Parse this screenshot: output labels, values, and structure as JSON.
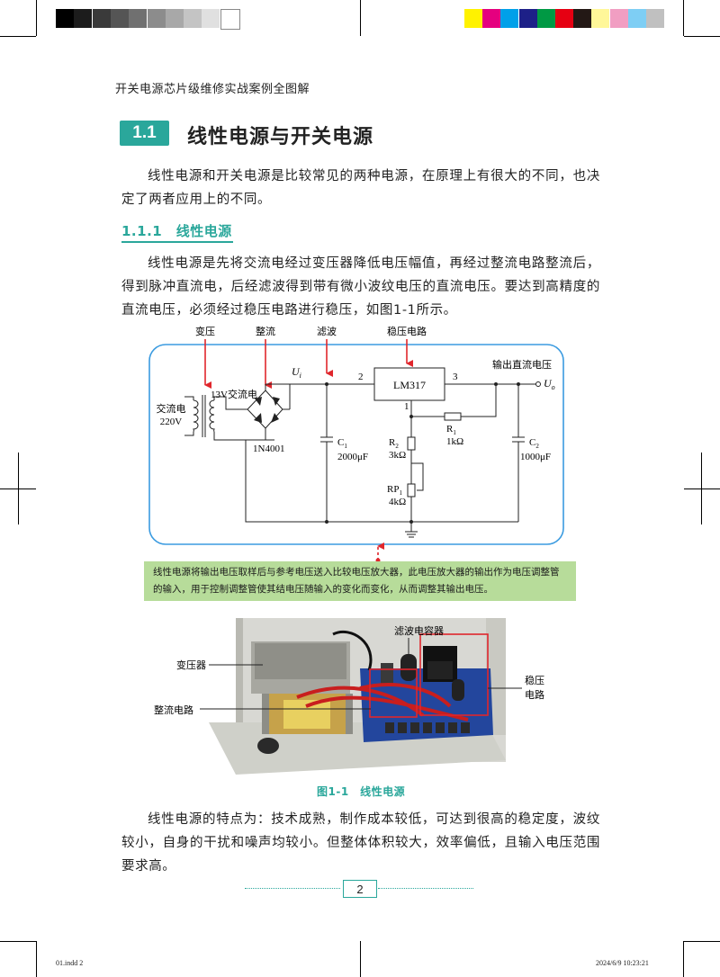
{
  "header": {
    "book_title": "开关电源芯片级维修实战案例全图解"
  },
  "section": {
    "number": "1.1",
    "title": "线性电源与开关电源"
  },
  "intro_paragraph": "线性电源和开关电源是比较常见的两种电源，在原理上有很大的不同，也决定了两者应用上的不同。",
  "subsection": {
    "title": "1.1.1　线性电源"
  },
  "body_paragraph": "线性电源是先将交流电经过变压器降低电压幅值，再经过整流电路整流后，得到脉冲直流电，后经滤波得到带有微小波纹电压的直流电压。要达到高精度的直流电压，必须经过稳压电路进行稳压，如图1-1所示。",
  "diagram": {
    "top_labels": {
      "transform": "变压",
      "rectify": "整流",
      "filter": "滤波",
      "regulate": "稳压电路"
    },
    "ac_input": "交流电",
    "ac_voltage": "220V",
    "secondary": "13V交流电",
    "ui": "U",
    "ui_sub": "i",
    "bridge_part": "1N4001",
    "ic": "LM317",
    "pin2": "2",
    "pin3": "3",
    "pin1": "1",
    "output_label": "输出直流电压",
    "uo": "U",
    "uo_sub": "o",
    "c1": "C",
    "c1_sub": "1",
    "c1_val": "2000μF",
    "r2": "R",
    "r2_sub": "2",
    "r2_val": "3kΩ",
    "r1": "R",
    "r1_sub": "1",
    "r1_val": "1kΩ",
    "rp1": "RP",
    "rp1_sub": "1",
    "rp1_val": "4kΩ",
    "c2": "C",
    "c2_sub": "2",
    "c2_val": "1000μF"
  },
  "note": "线性电源将输出电压取样后与参考电压送入比较电压放大器，此电压放大器的输出作为电压调整管的输入，用于控制调整管使其结电压随输入的变化而变化，从而调整其输出电压。",
  "photo": {
    "label_transformer": "变压器",
    "label_rectifier": "整流电路",
    "label_filter_cap": "滤波电容器",
    "label_regulator_line1": "稳压",
    "label_regulator_line2": "电路"
  },
  "figure_caption": "图1-1　线性电源",
  "features_paragraph": "线性电源的特点为：技术成熟，制作成本较低，可达到很高的稳定度，波纹较小，自身的干扰和噪声均较小。但整体体积较大，效率偏低，且输入电压范围要求高。",
  "page_number": "2",
  "footer": {
    "file": "01.indd   2",
    "timestamp": "2024/6/9   10:23:21"
  },
  "colors": {
    "accent": "#2aa79b",
    "note_bg": "#b7dc9a",
    "diagram_border": "#3b9be0",
    "arrow_red": "#e0262c",
    "swatches": [
      "#000000",
      "#1c1c1c",
      "#3a3a3a",
      "#555555",
      "#707070",
      "#8c8c8c",
      "#a8a8a8",
      "#c4c4c4",
      "#e0e0e0",
      "#ffffff"
    ],
    "color_swatches": [
      "#fff200",
      "#e5007f",
      "#00a0e9",
      "#1d2088",
      "#009944",
      "#e60012",
      "#231815",
      "#fff799",
      "#f19ec2",
      "#7ecef4",
      "#c0c0c0"
    ]
  }
}
